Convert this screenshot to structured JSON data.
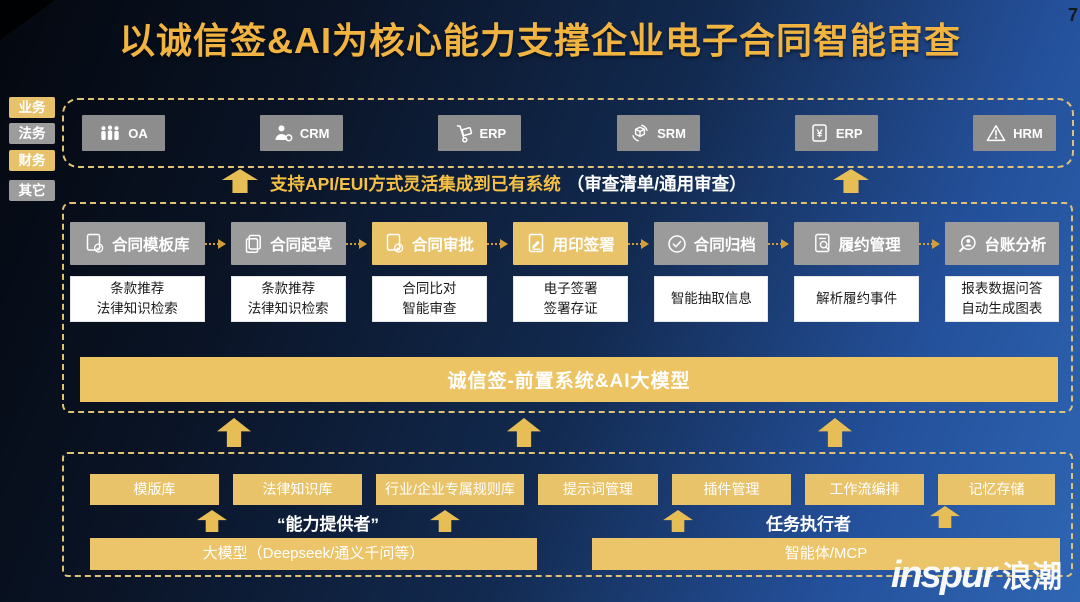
{
  "page_number": "7",
  "title": "以诚信签&AI为核心能力支撑企业电子合同智能审查",
  "sidebar": {
    "tags": [
      {
        "label": "业务",
        "variant": "gold"
      },
      {
        "label": "法务",
        "variant": "gray"
      },
      {
        "label": "财务",
        "variant": "gold"
      },
      {
        "label": "其它",
        "variant": "gray"
      }
    ]
  },
  "systems": {
    "items": [
      {
        "label": "OA",
        "icon": "people-icon"
      },
      {
        "label": "CRM",
        "icon": "person-gear-icon"
      },
      {
        "label": "ERP",
        "icon": "handtruck-icon"
      },
      {
        "label": "SRM",
        "icon": "box-recycle-icon"
      },
      {
        "label": "ERP",
        "icon": "yen-invoice-icon"
      },
      {
        "label": "HRM",
        "icon": "warning-triangle-icon"
      }
    ]
  },
  "integration": {
    "highlight": "支持API/EUI方式灵活集成到已有系统",
    "note": "（审查清单/通用审查）"
  },
  "process": {
    "steps": [
      {
        "label": "合同模板库",
        "icon": "doc-check-icon",
        "variant": "gray",
        "details": [
          "条款推荐",
          "法律知识检索"
        ]
      },
      {
        "label": "合同起草",
        "icon": "docs-stack-icon",
        "variant": "gray",
        "details": [
          "条款推荐",
          "法律知识检索"
        ]
      },
      {
        "label": "合同审批",
        "icon": "doc-check-icon",
        "variant": "gold",
        "details": [
          "合同比对",
          "智能审查"
        ]
      },
      {
        "label": "用印签署",
        "icon": "doc-sign-icon",
        "variant": "gold",
        "details": [
          "电子签署",
          "签署存证"
        ]
      },
      {
        "label": "合同归档",
        "icon": "circle-check-icon",
        "variant": "gray",
        "details": [
          "智能抽取信息"
        ]
      },
      {
        "label": "履约管理",
        "icon": "doc-search-icon",
        "variant": "gray",
        "details": [
          "解析履约事件"
        ]
      },
      {
        "label": "台账分析",
        "icon": "magnifier-person-icon",
        "variant": "gray",
        "details": [
          "报表数据问答",
          "自动生成图表"
        ]
      }
    ]
  },
  "platform": {
    "label": "诚信签-前置系统&AI大模型"
  },
  "foundation": {
    "modules": [
      "模版库",
      "法律知识库",
      "行业/企业专属规则库",
      "提示词管理",
      "插件管理",
      "工作流编排",
      "记忆存储"
    ],
    "provider_label": "“能力提供者”",
    "executor_label": "任务执行者",
    "bars": [
      "大模型（Deepseek/通义千问等）",
      "智能体/MCP"
    ]
  },
  "logo": {
    "latin": "inspur",
    "cjk": "浪潮"
  },
  "colors": {
    "gold": "#e9c36a",
    "gray": "#9b9b9b",
    "title_gold": "#f2b441",
    "dashed_border": "#dfc276",
    "dot_arrow": "#d29e3a",
    "background_blue": "#2f66b4",
    "background_dark": "#0a1426"
  }
}
